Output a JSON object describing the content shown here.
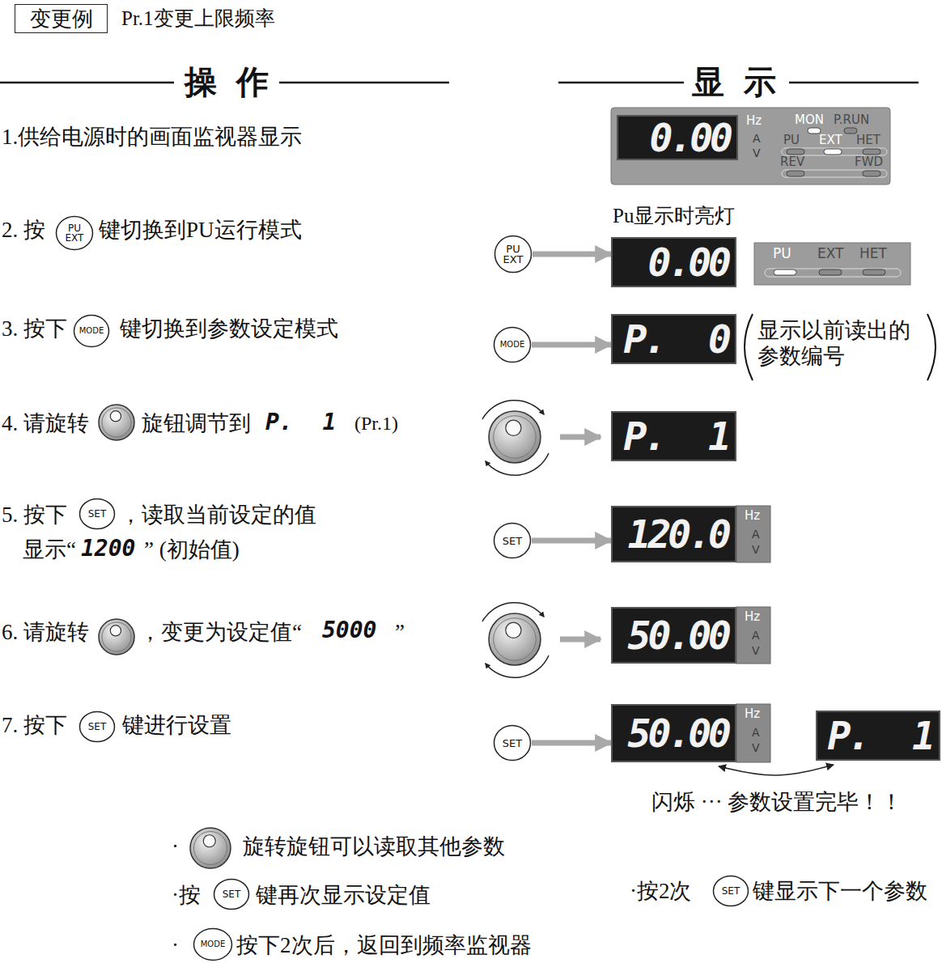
{
  "diagram": {
    "nodes": [
      {
        "text": [
          "变更例"
        ]
      },
      {
        "text": [
          "0.00"
        ]
      },
      {
        "text": [
          "PU EXT"
        ]
      },
      {
        "text": [
          "PU EXT"
        ]
      },
      {
        "text": [
          "0.00"
        ]
      },
      {
        "text": [
          "MODE"
        ]
      },
      {
        "text": [
          "MODE"
        ]
      },
      {
        "text": [
          "P. 0"
        ]
      },
      {
        "text": [
          "P. 1"
        ]
      },
      {
        "text": [
          "SET"
        ]
      },
      {
        "text": [
          "SET"
        ]
      },
      {
        "text": [
          "120.0"
        ]
      },
      {
        "text": [
          "50.00"
        ]
      },
      {
        "text": [
          "SET"
        ]
      },
      {
        "text": [
          "SET"
        ]
      },
      {
        "text": [
          "50.00"
        ]
      },
      {
        "text": [
          "P. 1"
        ]
      },
      {
        "text": [
          "SET"
        ]
      },
      {
        "text": [
          "SET"
        ]
      },
      {
        "text": [
          "MODE"
        ]
      }
    ],
    "edges": [
      {
        "from": 3,
        "to": 4,
        "arrow": "to"
      },
      {
        "from": 6,
        "to": 7,
        "arrow": "to"
      },
      {
        "from": 10,
        "to": 11,
        "arrow": "to"
      },
      {
        "from": 14,
        "to": 15,
        "arrow": "to"
      },
      {
        "from": 15,
        "to": 16,
        "arrow": "both"
      }
    ],
    "labels": [
      "Pr.1变更上限频率",
      "操 作",
      "显 示",
      "1.供给电源时的画面监视器显示",
      "Hz",
      "A",
      "V",
      "MON",
      "P.RUN",
      "PU",
      "EXT",
      "HET",
      "REV",
      "FWD",
      "2. 按",
      "键切换到PU运行模式",
      "Pu显示时亮灯",
      "PU",
      "EXT",
      "HET",
      "3. 按下",
      "键切换到参数设定模式",
      "显示以前读出的参数编号",
      "4. 请旋转",
      "旋钮调节到",
      "P. 1",
      "(Pr.1)",
      "5. 按下",
      "，读取当前设定的值",
      "显示“",
      "1200",
      "” (初始值)",
      "Hz",
      "A",
      "V",
      "6. 请旋转",
      "，变更为设定值“",
      "5000",
      "”",
      "Hz",
      "A",
      "V",
      "7. 按下",
      "键进行设置",
      "Hz",
      "A",
      "V",
      "闪烁 ··· 参数设置完毕！！",
      "·",
      "旋转旋钮可以读取其他参数",
      "·按",
      "键再次显示设定值",
      "·",
      "按下2次后，返回到频率监视器",
      "·按2次",
      "键显示下一个参数"
    ]
  }
}
